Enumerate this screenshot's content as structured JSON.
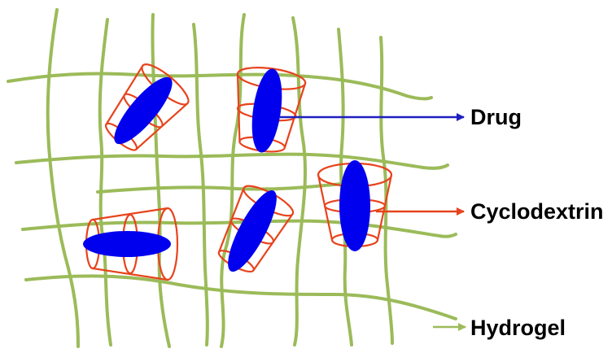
{
  "colors": {
    "hydrogel": "#9bbb59",
    "cyclodextrin": "#e8431c",
    "drug": "#0000ee",
    "drug_arrow": "#1f1fbf",
    "text": "#000000"
  },
  "labels": {
    "drug": "Drug",
    "cyclodextrin": "Cyclodextrin",
    "hydrogel": "Hydrogel"
  }
}
